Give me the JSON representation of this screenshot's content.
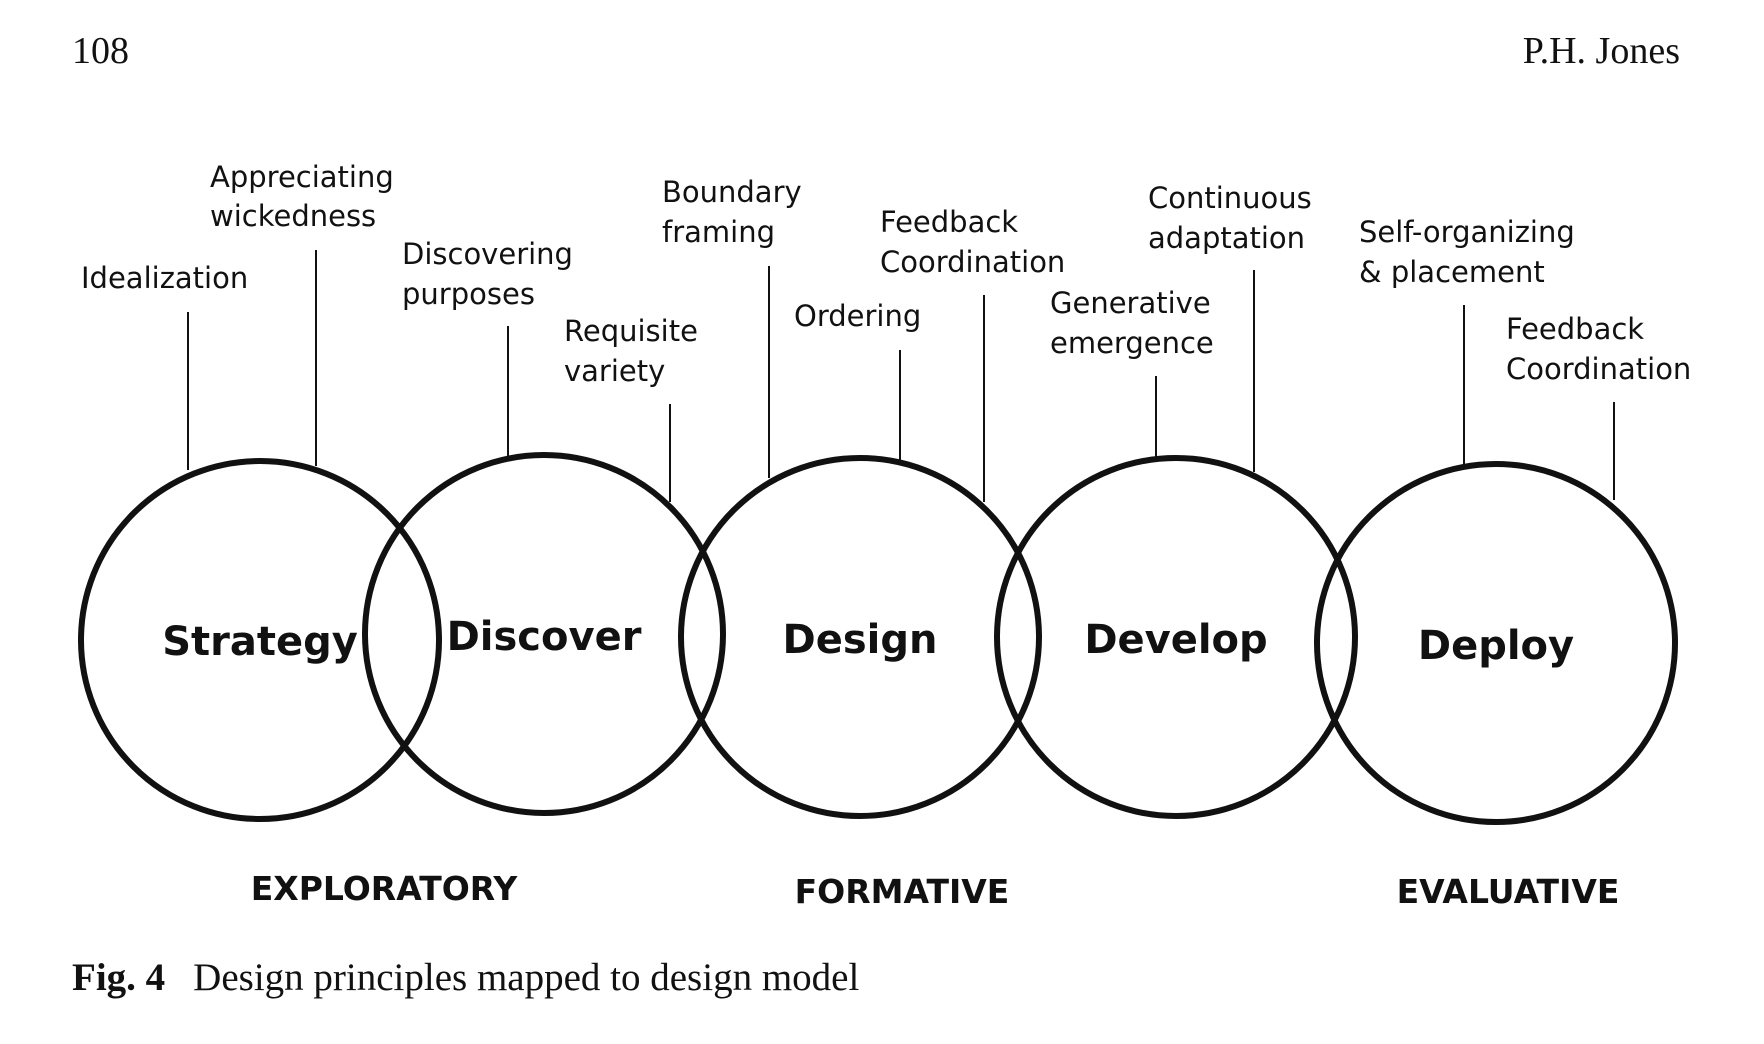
{
  "header": {
    "page_number": "108",
    "author": "P.H. Jones"
  },
  "figure": {
    "stages": [
      {
        "id": "strategy",
        "label": "Strategy"
      },
      {
        "id": "discover",
        "label": "Discover"
      },
      {
        "id": "design",
        "label": "Design"
      },
      {
        "id": "develop",
        "label": "Develop"
      },
      {
        "id": "deploy",
        "label": "Deploy"
      }
    ],
    "principles": [
      {
        "id": "idealization",
        "lines": [
          "Idealization"
        ]
      },
      {
        "id": "appreciating-wickedness",
        "lines": [
          "Appreciating",
          "wickedness"
        ]
      },
      {
        "id": "discovering-purposes",
        "lines": [
          "Discovering",
          "purposes"
        ]
      },
      {
        "id": "requisite-variety",
        "lines": [
          "Requisite",
          "variety"
        ]
      },
      {
        "id": "boundary-framing",
        "lines": [
          "Boundary",
          "framing"
        ]
      },
      {
        "id": "ordering",
        "lines": [
          "Ordering"
        ]
      },
      {
        "id": "feedback-coordination-design",
        "lines": [
          "Feedback",
          "Coordination"
        ]
      },
      {
        "id": "generative-emergence",
        "lines": [
          "Generative",
          "emergence"
        ]
      },
      {
        "id": "continuous-adaptation",
        "lines": [
          "Continuous",
          "adaptation"
        ]
      },
      {
        "id": "self-organizing-placement",
        "lines": [
          "Self-organizing",
          "& placement"
        ]
      },
      {
        "id": "feedback-coordination-deploy",
        "lines": [
          "Feedback",
          "Coordination"
        ]
      }
    ],
    "phases": [
      {
        "id": "exploratory",
        "label": "EXPLORATORY"
      },
      {
        "id": "formative",
        "label": "FORMATIVE"
      },
      {
        "id": "evaluative",
        "label": "EVALUATIVE"
      }
    ]
  },
  "caption": {
    "label": "Fig. 4",
    "text": "Design principles mapped to design model"
  }
}
